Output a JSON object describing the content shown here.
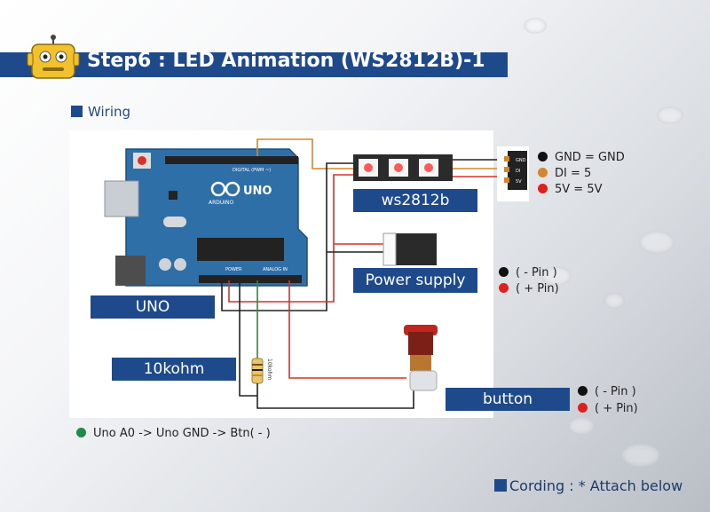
{
  "title": "Step6 : LED Animation (WS2812B)-1",
  "section": "Wiring",
  "labels": {
    "uno": "UNO",
    "ws2812b": "ws2812b",
    "power_supply": "Power supply",
    "resistor": "10kohm",
    "button": "button"
  },
  "board_text": {
    "logo": "UNO",
    "brand": "ARDUINO",
    "digital": "DIGITAL (PWM ~)",
    "power": "POWER",
    "analog": "ANALOG IN"
  },
  "resistor_text": "10kohm",
  "strip_pins": [
    "GND",
    "DI",
    "5V"
  ],
  "ws_pins": [
    {
      "color": "#111111",
      "text": "GND = GND"
    },
    {
      "color": "#d4872a",
      "text": "DI = 5"
    },
    {
      "color": "#e0201c",
      "text": "5V = 5V"
    }
  ],
  "power_pins": [
    {
      "color": "#111111",
      "text": "( - Pin )"
    },
    {
      "color": "#e0201c",
      "text": "( + Pin)"
    }
  ],
  "button_pins": [
    {
      "color": "#111111",
      "text": "( - Pin )"
    },
    {
      "color": "#e0201c",
      "text": "( + Pin)"
    }
  ],
  "note": {
    "color": "#1f8a4c",
    "text": "Uno A0 -> Uno GND -> Btn( - )"
  },
  "footer": "Cording : * Attach below",
  "colors": {
    "brand": "#1e4a8c",
    "board": "#2f6fa8",
    "wire_red": "#d9302a",
    "wire_black": "#222222",
    "wire_orange": "#d4872a"
  }
}
